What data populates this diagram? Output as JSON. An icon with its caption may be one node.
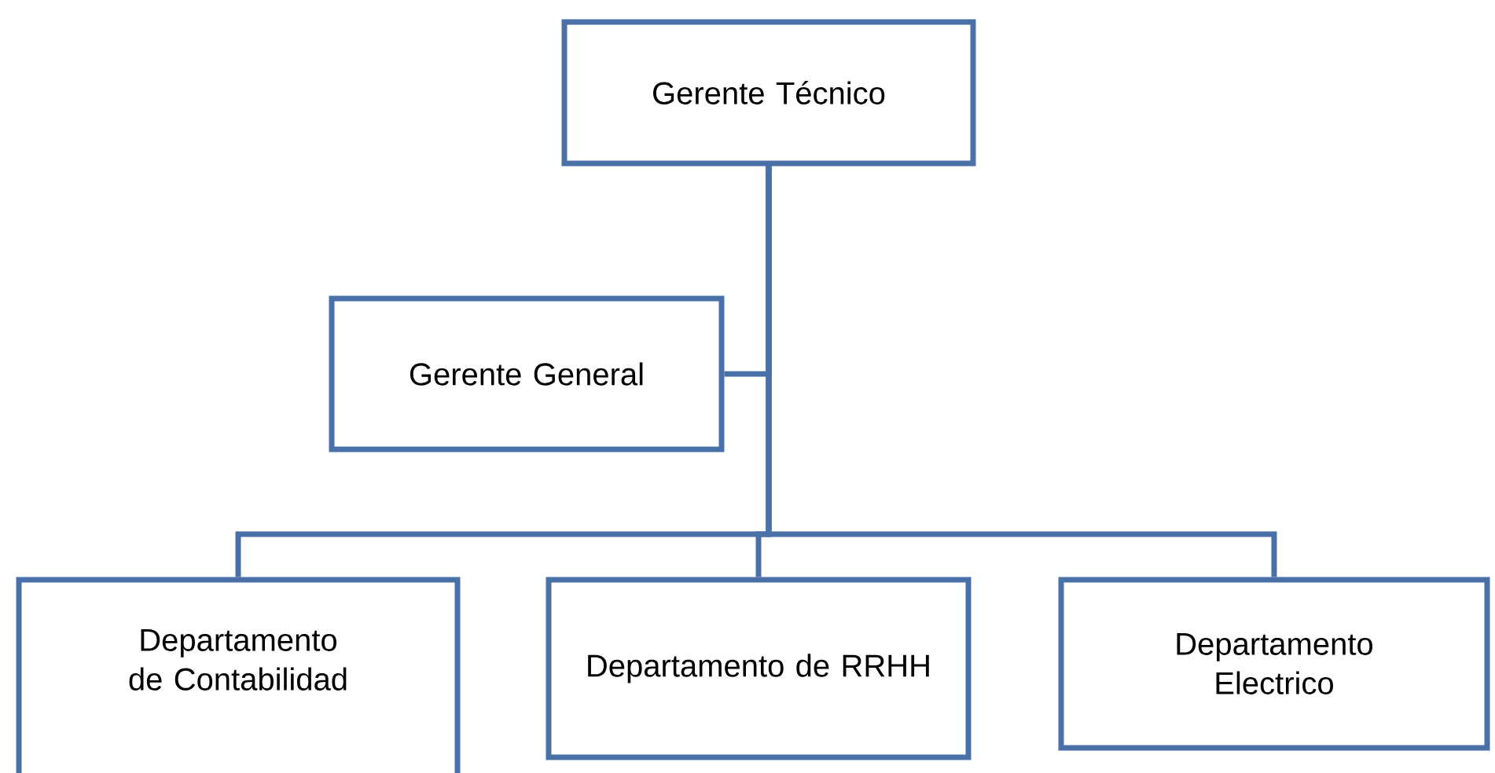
{
  "diagram": {
    "nodes": [
      {
        "text": [
          "Gerente Técnico"
        ]
      },
      {
        "text": [
          "Gerente General"
        ]
      },
      {
        "text": [
          "Departamento de Contabilidad"
        ]
      },
      {
        "text": [
          "Departamento de RRHH"
        ]
      },
      {
        "text": [
          "Departamento Electrico"
        ]
      }
    ],
    "edges": [
      {
        "from": 0,
        "to": 1,
        "arrow": "none"
      },
      {
        "from": 0,
        "to": 2,
        "arrow": "none"
      },
      {
        "from": 0,
        "to": 3,
        "arrow": "none"
      },
      {
        "from": 0,
        "to": 4,
        "arrow": "none"
      }
    ]
  }
}
